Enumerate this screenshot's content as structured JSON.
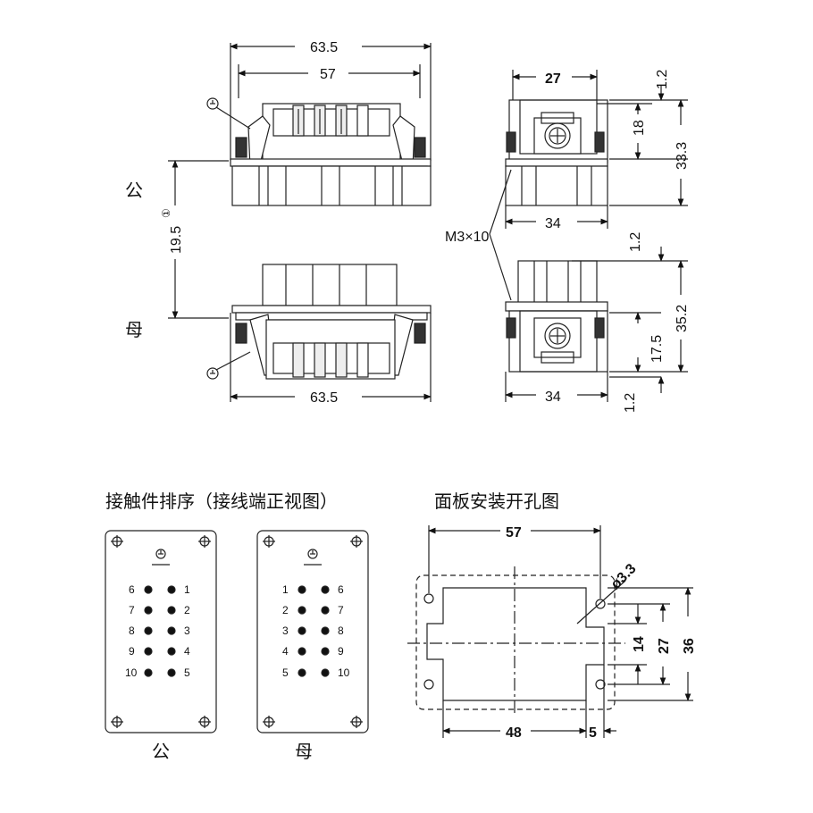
{
  "top_view": {
    "overall_width": "63.5",
    "inner_width": "57",
    "mating_height": "19.5",
    "mating_note": "①",
    "male_label": "公",
    "female_label": "母",
    "bottom_width": "63.5"
  },
  "side_view": {
    "top_width": "27",
    "male_offset": "1.2",
    "male_h_inner": "18",
    "male_h_total": "33.3",
    "male_body_width": "34",
    "screw_label": "M3×10",
    "female_offset_top": "1.2",
    "female_h_total": "35.2",
    "female_h_inner": "17.5",
    "female_body_width": "34",
    "female_offset_bottom": "1.2"
  },
  "pin_layout": {
    "title": "接触件排序（接线端正视图）",
    "male": {
      "caption": "公",
      "left_numbers": [
        "6",
        "7",
        "8",
        "9",
        "10"
      ],
      "right_numbers": [
        "1",
        "2",
        "3",
        "4",
        "5"
      ]
    },
    "female": {
      "caption": "母",
      "left_numbers": [
        "1",
        "2",
        "3",
        "4",
        "5"
      ],
      "right_numbers": [
        "6",
        "7",
        "8",
        "9",
        "10"
      ]
    }
  },
  "panel_cutout": {
    "title": "面板安装开孔图",
    "width_top": "57",
    "hole_dia": "ø3.3",
    "h_inner": "14",
    "h_mid": "27",
    "h_outer": "36",
    "width_bottom": "48",
    "edge": "5"
  }
}
